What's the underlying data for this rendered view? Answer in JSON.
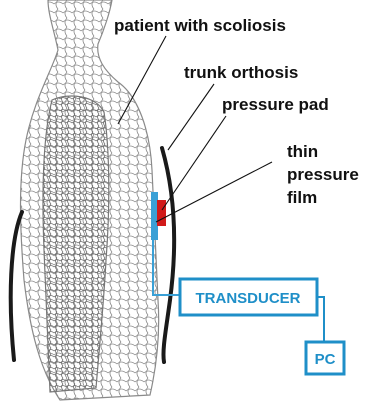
{
  "labels": {
    "patient": "patient with scoliosis",
    "orthosis": "trunk orthosis",
    "pad": "pressure pad",
    "film_1": "thin",
    "film_2": "pressure",
    "film_3": "film"
  },
  "boxes": {
    "transducer": "TRANSDUCER",
    "pc": "PC"
  },
  "colors": {
    "wireframe": "#8a8a8a",
    "orthosis": "#1a1a1a",
    "pad": "#d11a1a",
    "film": "#3aa0d6",
    "box": "#1f8fc8"
  }
}
